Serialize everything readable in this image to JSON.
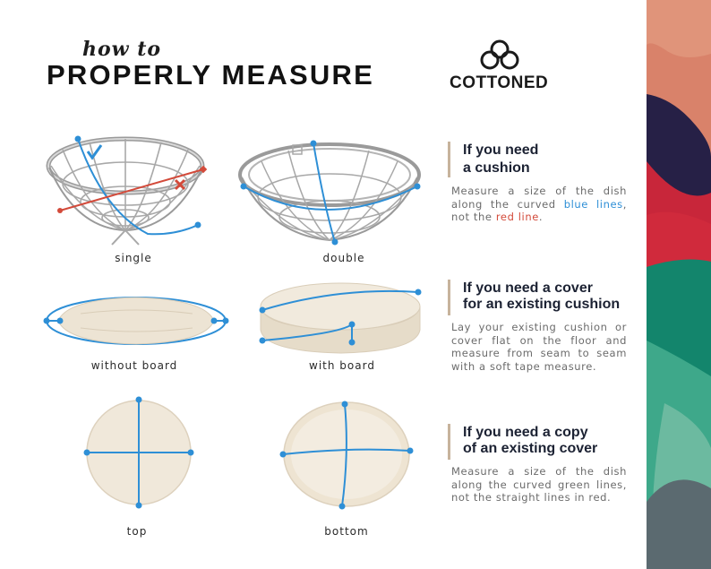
{
  "header": {
    "subtitle": "how to",
    "title": "PROPERLY MEASURE",
    "brand": "COTTONED"
  },
  "figures": [
    {
      "caption": "single"
    },
    {
      "caption": "double"
    },
    {
      "caption": "without board"
    },
    {
      "caption": "with board"
    },
    {
      "caption": "top"
    },
    {
      "caption": "bottom"
    }
  ],
  "sections": [
    {
      "title_line1": "If you need",
      "title_line2": "a cushion",
      "body_prefix": "Measure a size of the dish along the curved ",
      "body_blue": "blue lines",
      "body_mid": ", not the ",
      "body_red": "red line",
      "body_suffix": "."
    },
    {
      "title_line1": "If you need a cover",
      "title_line2": "for an existing cushion",
      "body": "Lay your existing cushion or cover flat on the floor and measure from seam to seam with a soft tape measure."
    },
    {
      "title_line1": "If you need a copy",
      "title_line2": "of an existing cover",
      "body": "Measure a size of the dish along the curved green lines, not the straight lines in red."
    }
  ],
  "colors": {
    "measure_blue": "#2e8fd6",
    "measure_red": "#d34a3a",
    "accent_bar": "#c7b39c",
    "cushion": "#ede4d4"
  }
}
